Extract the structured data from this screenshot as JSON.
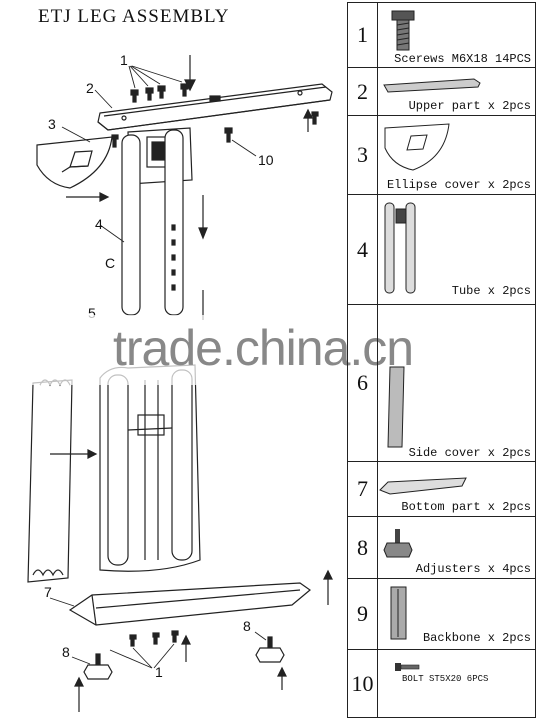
{
  "title": "ETJ LEG ASSEMBLY",
  "parts": [
    {
      "num": "1",
      "label": "Scerews M6X18 14PCS",
      "icon": "screw-icon"
    },
    {
      "num": "2",
      "label": "Upper part x 2pcs",
      "icon": "upper-part-icon"
    },
    {
      "num": "3",
      "label": "Ellipse cover x 2pcs",
      "icon": "ellipse-cover-icon"
    },
    {
      "num": "4",
      "label": "Tube x 2pcs",
      "icon": "tube-icon"
    },
    {
      "num": "6",
      "label": "Side cover x 2pcs",
      "icon": "side-cover-icon"
    },
    {
      "num": "7",
      "label": "Bottom part x 2pcs",
      "icon": "bottom-part-icon"
    },
    {
      "num": "8",
      "label": "Adjusters x 4pcs",
      "icon": "adjuster-icon"
    },
    {
      "num": "9",
      "label": "Backbone x 2pcs",
      "icon": "backbone-icon"
    },
    {
      "num": "10",
      "label": "BOLT ST5X20 6PCS",
      "icon": "bolt-icon"
    }
  ],
  "callouts": {
    "c1_top": "1",
    "c2": "2",
    "c3": "3",
    "c10": "10",
    "c4": "4",
    "c_c": "C",
    "c5": "5",
    "c7": "7",
    "c8_right": "8",
    "c8_left": "8",
    "c1_bottom": "1"
  },
  "watermark": "trade.china.cn"
}
